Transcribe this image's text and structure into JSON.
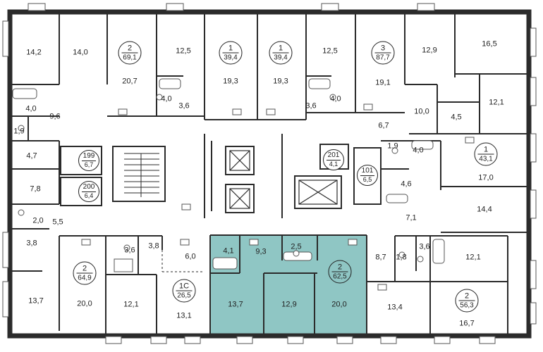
{
  "floor_plan": {
    "highlight_color": "#8fc6c4",
    "wall_color": "#2b2b2b",
    "apartments": [
      {
        "id": "apt-69",
        "rooms": "2",
        "area": "69,1",
        "highlighted": false
      },
      {
        "id": "apt-39a",
        "rooms": "1",
        "area": "39,4",
        "highlighted": false
      },
      {
        "id": "apt-39b",
        "rooms": "1",
        "area": "39,4",
        "highlighted": false
      },
      {
        "id": "apt-87",
        "rooms": "3",
        "area": "87,7",
        "highlighted": false
      },
      {
        "id": "apt-43",
        "rooms": "1",
        "area": "43,1",
        "highlighted": false
      },
      {
        "id": "apt-199",
        "rooms": "199",
        "area": "6,7",
        "highlighted": false
      },
      {
        "id": "apt-200",
        "rooms": "200",
        "area": "6,4",
        "highlighted": false
      },
      {
        "id": "apt-201",
        "rooms": "201",
        "area": "4,1",
        "highlighted": false
      },
      {
        "id": "apt-101",
        "rooms": "101",
        "area": "6,5",
        "highlighted": false
      },
      {
        "id": "apt-64",
        "rooms": "2",
        "area": "64,9",
        "highlighted": false
      },
      {
        "id": "apt-1c",
        "rooms": "1С",
        "area": "26,5",
        "highlighted": false
      },
      {
        "id": "apt-62",
        "rooms": "2",
        "area": "62,5",
        "highlighted": true
      },
      {
        "id": "apt-56",
        "rooms": "2",
        "area": "56,3",
        "highlighted": false
      }
    ],
    "room_areas": [
      "14,2",
      "14,0",
      "20,7",
      "12,5",
      "19,3",
      "19,3",
      "12,5",
      "19,1",
      "12,9",
      "16,5",
      "12,1",
      "4,5",
      "10,0",
      "4,0",
      "4,0",
      "3,6",
      "3,6",
      "4,0",
      "9,6",
      "1,9",
      "4,7",
      "6,7",
      "1,9",
      "4,0",
      "17,0",
      "7,8",
      "4,6",
      "14,4",
      "5,5",
      "2,0",
      "3,8",
      "7,1",
      "3,6",
      "3,8",
      "6,0",
      "4,1",
      "9,3",
      "2,5",
      "8,7",
      "1,8",
      "3,6",
      "12,1",
      "13,7",
      "20,0",
      "12,1",
      "13,1",
      "13,7",
      "12,9",
      "20,0",
      "13,4",
      "16,7"
    ]
  }
}
